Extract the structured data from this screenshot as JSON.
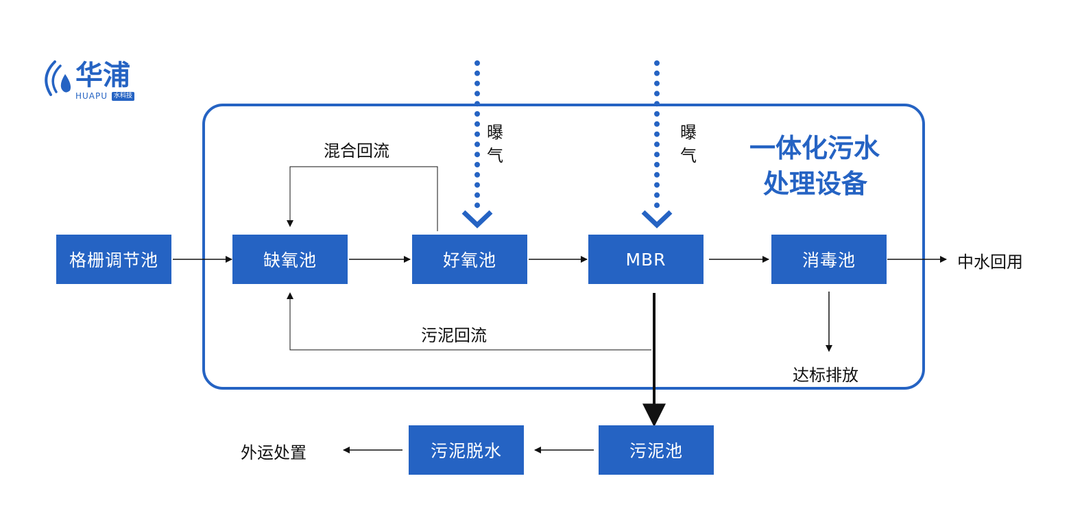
{
  "logo": {
    "name_cn": "华浦",
    "name_en": "HUAPU",
    "tagline": "水科技"
  },
  "equipment_title_line1": "一体化污水",
  "equipment_title_line2": "处理设备",
  "nodes": {
    "screen_tank": "格栅调节池",
    "anoxic_tank": "缺氧池",
    "aerobic_tank": "好氧池",
    "mbr": "MBR",
    "disinfection_tank": "消毒池",
    "sludge_tank": "污泥池",
    "sludge_dewatering": "污泥脱水"
  },
  "labels": {
    "mixed_return": "混合回流",
    "sludge_return": "污泥回流",
    "aeration_1_char1": "曝",
    "aeration_1_char2": "气",
    "aeration_2_char1": "曝",
    "aeration_2_char2": "气",
    "reclaimed_water": "中水回用",
    "discharge": "达标排放",
    "external_disposal": "外运处置"
  },
  "colors": {
    "primary_blue": "#2563c3",
    "line_black": "#111111"
  }
}
